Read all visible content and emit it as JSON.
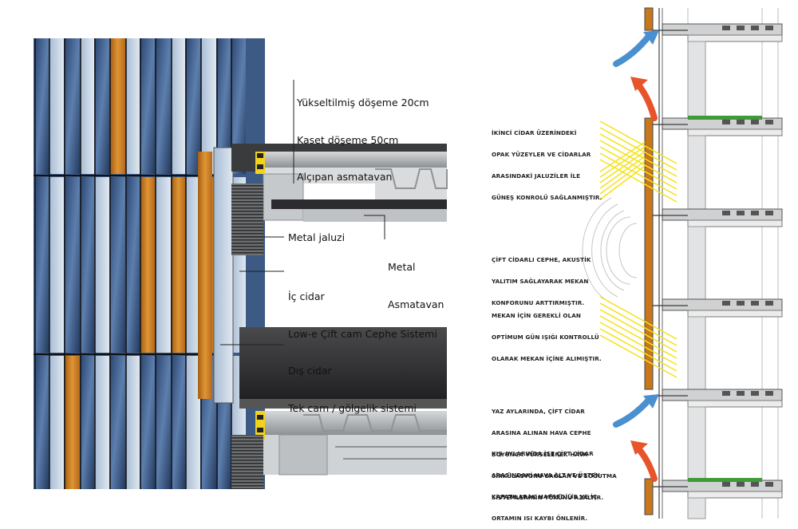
{
  "left_labels": {
    "floor_layers": [
      "Yükseltilmiş döşeme 20cm",
      "Kaset döşeme 50cm",
      "Alçıpan asmatavan"
    ],
    "metal_jaluzi": "Metal jaluzi",
    "metal_asmatavan": [
      "Metal",
      "Asmatavan"
    ],
    "inner_skin": [
      "İç cidar",
      "Low-e Çift cam Cephe Sistemi"
    ],
    "outer_skin": [
      "Dış cidar",
      "Tek cam / gölgelik sistemi"
    ]
  },
  "right_notes": [
    [
      "İKİNCİ CİDAR ÜZERİNDEKİ",
      "OPAK YÜZEYLER VE CİDARLAR",
      "ARASINDAKİ JALUZİLER İLE",
      "GÜNEŞ KONROLÜ SAĞLANMIŞTIR."
    ],
    [
      "ÇİFT CİDARLI CEPHE, AKUSTİK",
      "YALITIM SAĞLAYARAK MEKAN",
      "KONFORUNU ARTTIRMIŞTIR."
    ],
    [
      "MEKAN İÇİN GEREKLİ OLAN",
      "OPTİMUM GÜN IŞIĞI KONTROLLÜ",
      "OLARAK MEKAN İÇİNE ALIMIŞTIR."
    ],
    [
      "YAZ AYLARINDA, ÇİFT CİDAR",
      "ARASINA ALINAN HAVA CEPHE",
      "BOYUNCA YÜKSELEREK HAVA",
      "SİRKÜLASYONU SAĞLAR VE SOĞUTMA",
      "SİSTEMLERİNİN YÜKÜNÜ AZALTIR."
    ],
    [
      "KIŞ AYLARINDA İSE ÇİFT CİDAR",
      "ARASINDAKİ HAVA ALT VE ÜSTEN",
      "KAPATILARAK HAPSEDİLİR VE İÇ",
      "ORTAMIN ISI KAYBI ÖNLENİR."
    ]
  ],
  "colors": {
    "glass_blue": "#3b5a86",
    "orange_panel": "#c8781c",
    "slab_gray": "#a8acaf",
    "dark_slab": "#2c2c2e",
    "yellow_bracket": "#f2d21a",
    "sun_ray": "#f4e21a",
    "cool_air_arrow": "#4a8fd0",
    "warm_air_arrow": "#e8542a",
    "green_floor": "#3f9a3a"
  }
}
